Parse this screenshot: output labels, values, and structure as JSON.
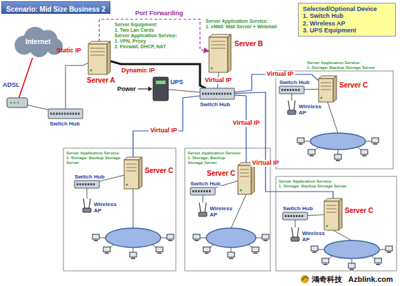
{
  "diagram": {
    "title": "Scenario: Mid Size Business 2",
    "nodes": [
      {
        "text": [
          "Selected/Optional Device",
          "1. Switch Hub",
          "2. Wireless AP",
          "3. UPS Equipment"
        ]
      },
      {
        "text": [
          "Internet"
        ]
      },
      {
        "text": [
          "ADSL"
        ]
      },
      {
        "text": [
          "Switch Hub"
        ]
      },
      {
        "text": [
          "Server A"
        ]
      },
      {
        "text": [
          "Server B"
        ]
      },
      {
        "text": [
          "UPS"
        ]
      },
      {
        "text": [
          "Switch Hub"
        ]
      },
      {
        "text": [
          "Server C"
        ]
      },
      {
        "text": [
          "Switch Hub"
        ]
      },
      {
        "text": [
          "Wireless AP"
        ]
      },
      {
        "text": [
          "Server C"
        ]
      },
      {
        "text": [
          "Switch Hub"
        ]
      },
      {
        "text": [
          "Wireless AP"
        ]
      },
      {
        "text": [
          "Server C"
        ]
      },
      {
        "text": [
          "Switch Hub"
        ]
      },
      {
        "text": [
          "Wireless AP"
        ]
      },
      {
        "text": [
          "Server C"
        ]
      },
      {
        "text": [
          "Switch Hub"
        ]
      },
      {
        "text": [
          "Wireless AP"
        ]
      }
    ],
    "edges": [
      {
        "from": 1,
        "to": 2,
        "arrow": "none"
      },
      {
        "from": 2,
        "to": 3,
        "arrow": "none"
      },
      {
        "from": 3,
        "to": 4,
        "arrow": "none"
      },
      {
        "from": 4,
        "to": 5,
        "arrow": "to"
      },
      {
        "from": 4,
        "to": 7,
        "arrow": "none"
      },
      {
        "from": 7,
        "to": 5,
        "label": "Virtual IP",
        "arrow": "none"
      },
      {
        "from": 6,
        "to": 7,
        "arrow": "none"
      },
      {
        "from": 7,
        "to": 8,
        "label": "Virtual IP",
        "arrow": "none"
      },
      {
        "from": 7,
        "to": 11,
        "label": "Virtual IP",
        "arrow": "none"
      },
      {
        "from": 7,
        "to": 14,
        "label": "Virtual IP",
        "arrow": "none"
      },
      {
        "from": 7,
        "to": 17,
        "label": "Virtual IP",
        "arrow": "none"
      },
      {
        "from": 9,
        "to": 8,
        "arrow": "none"
      },
      {
        "from": 9,
        "to": 10,
        "arrow": "none"
      },
      {
        "from": 12,
        "to": 11,
        "arrow": "none"
      },
      {
        "from": 12,
        "to": 13,
        "arrow": "none"
      },
      {
        "from": 15,
        "to": 14,
        "arrow": "none"
      },
      {
        "from": 15,
        "to": 16,
        "arrow": "none"
      },
      {
        "from": 18,
        "to": 17,
        "arrow": "none"
      },
      {
        "from": 18,
        "to": 19,
        "arrow": "none"
      }
    ],
    "labels": [
      "Port Forwarding",
      "Server Equipment:",
      "1. Two Lan Cards",
      "Server Application Service:",
      "1. VPN, Proxy",
      "2. Firewall, DHCP, NAT",
      "Server Application Service:",
      "1. eMail: Mail Server + Webmail",
      "Static IP",
      "Dynamic IP",
      "Power",
      "Server Application Service:",
      "1. Storage: Backup Storage Server",
      "Server Application Service:",
      "1. Storage: Backup Storage Server",
      "Server Application Service:",
      "1. Storage: Backup Storage Server",
      "Server Application Service:",
      "1. Storage: Backup Storage Server",
      "鴻奇科技",
      "Azblink.com"
    ]
  }
}
